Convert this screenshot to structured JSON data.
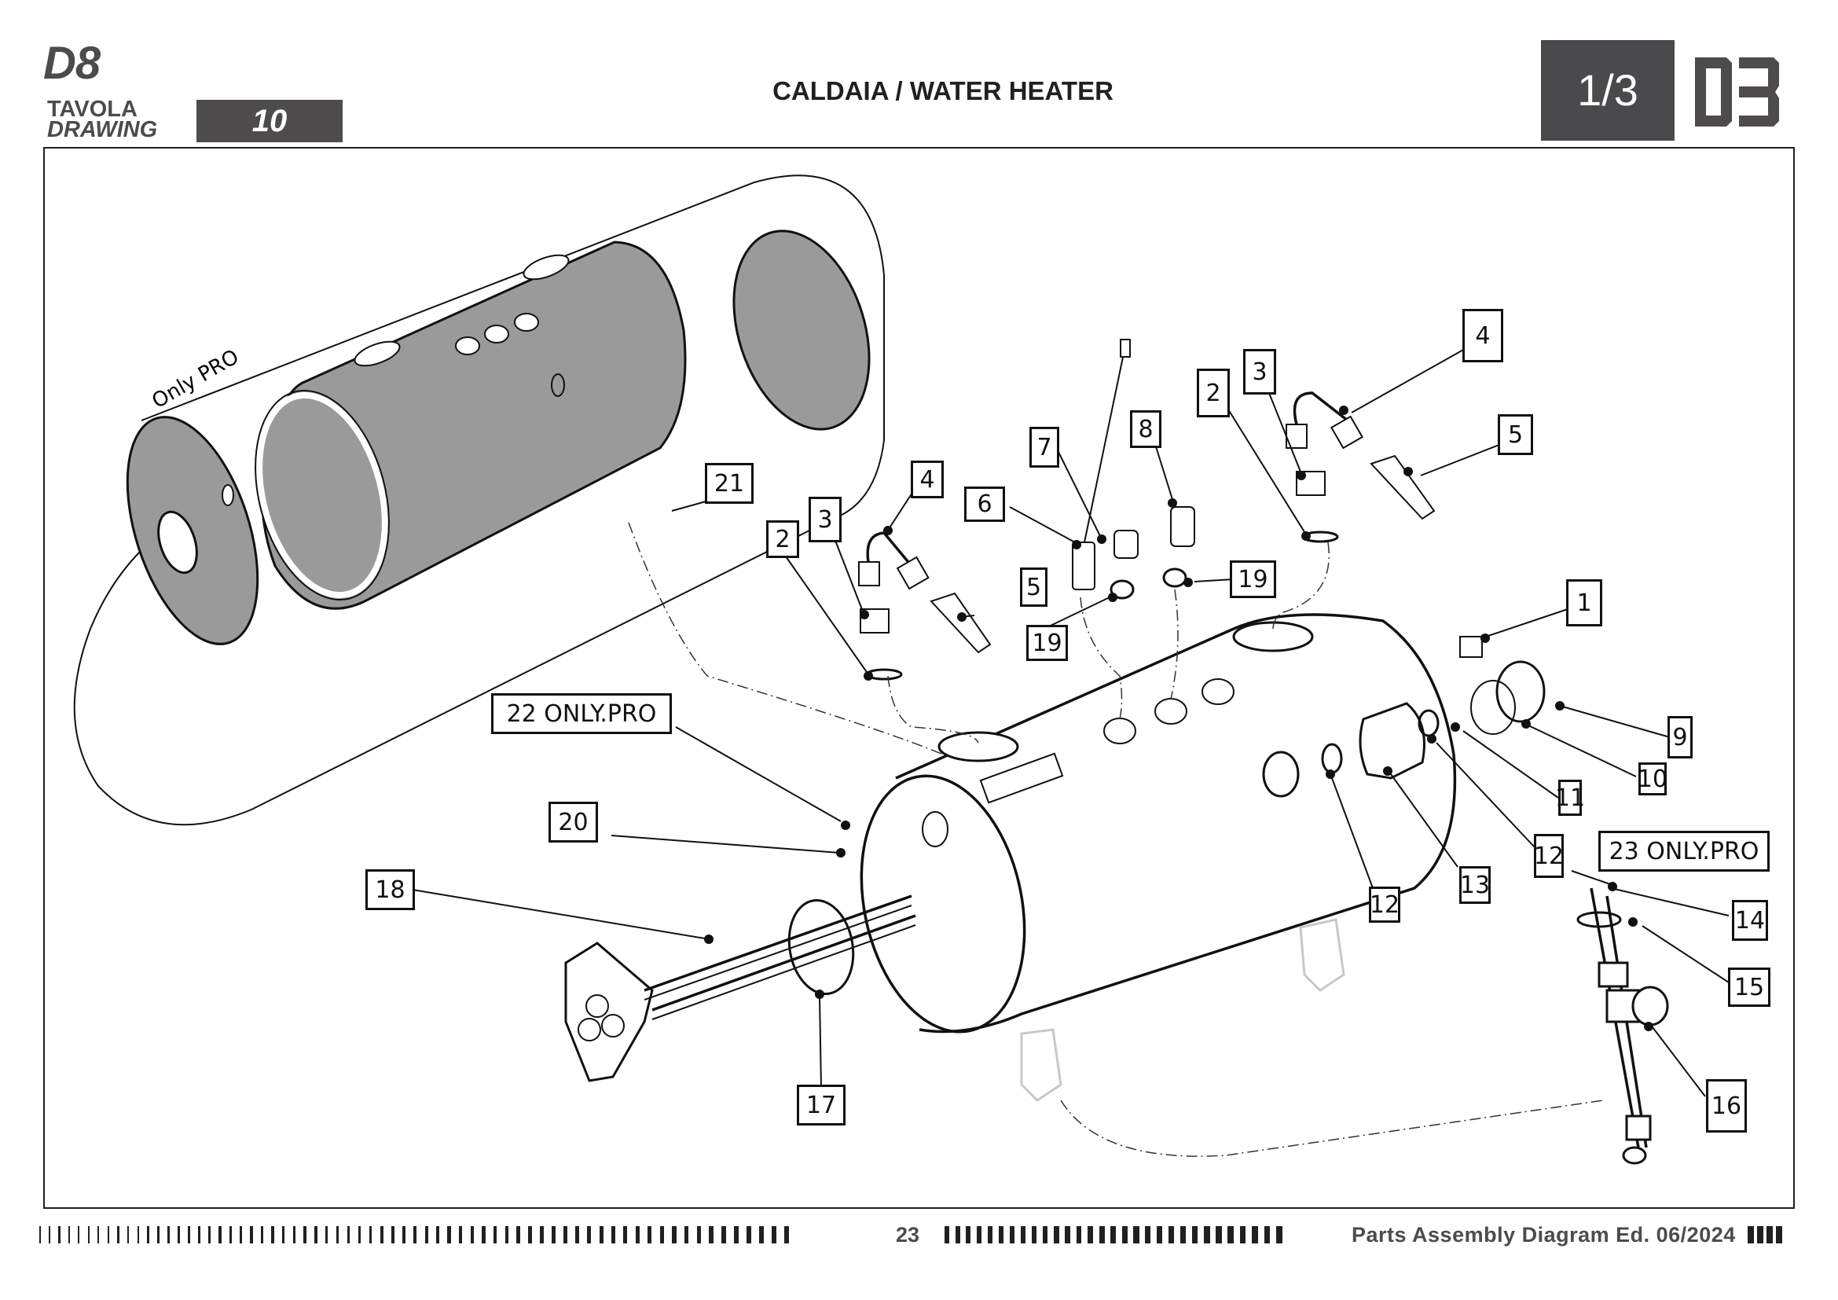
{
  "header": {
    "model": "D8",
    "drawing_label_it": "TAVOLA",
    "drawing_label_en": "DRAWING",
    "drawing_number": "10",
    "title": "CALDAIA / WATER HEATER",
    "sheet": "1/3",
    "logo": "D8"
  },
  "diagram": {
    "group_label": "Only PRO",
    "callouts": [
      {
        "id": "c1",
        "label": "1"
      },
      {
        "id": "c2a",
        "label": "2"
      },
      {
        "id": "c2b",
        "label": "2"
      },
      {
        "id": "c3a",
        "label": "3"
      },
      {
        "id": "c3b",
        "label": "3"
      },
      {
        "id": "c4a",
        "label": "4"
      },
      {
        "id": "c4b",
        "label": "4"
      },
      {
        "id": "c5a",
        "label": "5"
      },
      {
        "id": "c5b",
        "label": "5"
      },
      {
        "id": "c6",
        "label": "6"
      },
      {
        "id": "c7",
        "label": "7"
      },
      {
        "id": "c8",
        "label": "8"
      },
      {
        "id": "c9",
        "label": "9"
      },
      {
        "id": "c10",
        "label": "10"
      },
      {
        "id": "c11",
        "label": "11"
      },
      {
        "id": "c12a",
        "label": "12"
      },
      {
        "id": "c12b",
        "label": "12"
      },
      {
        "id": "c13",
        "label": "13"
      },
      {
        "id": "c14",
        "label": "14"
      },
      {
        "id": "c15",
        "label": "15"
      },
      {
        "id": "c16",
        "label": "16"
      },
      {
        "id": "c17",
        "label": "17"
      },
      {
        "id": "c18",
        "label": "18"
      },
      {
        "id": "c19a",
        "label": "19"
      },
      {
        "id": "c19b",
        "label": "19"
      },
      {
        "id": "c20",
        "label": "20"
      },
      {
        "id": "c21",
        "label": "21"
      },
      {
        "id": "c22",
        "label": "22 ONLY.PRO"
      },
      {
        "id": "c23",
        "label": "23 ONLY.PRO"
      }
    ]
  },
  "footer": {
    "page_number": "23",
    "edition": "Parts Assembly Diagram Ed. 06/2024"
  },
  "colors": {
    "dark_gray": "#4d4b4c",
    "panel_gray": "#4a4a4c",
    "insulation_fill": "#9a9a9a",
    "line": "#231f20"
  }
}
